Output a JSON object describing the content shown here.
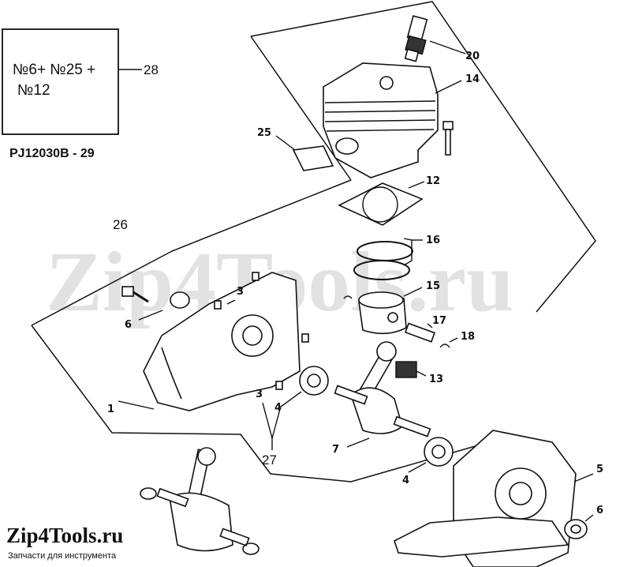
{
  "note": {
    "line1": "№6+ №25 +",
    "line2": "№12",
    "ref": "28"
  },
  "diagram_code": "PJ12030B - 29",
  "watermark": "Zip4Tools.ru",
  "logo": {
    "name": "Zip4Tools.ru",
    "tagline": "Запчасти для инструмента"
  },
  "callouts": [
    {
      "id": "20",
      "text": "20"
    },
    {
      "id": "14",
      "text": "14"
    },
    {
      "id": "25",
      "text": "25"
    },
    {
      "id": "12",
      "text": "12"
    },
    {
      "id": "26",
      "text": "26"
    },
    {
      "id": "16",
      "text": "16"
    },
    {
      "id": "15",
      "text": "15"
    },
    {
      "id": "3a",
      "text": "3"
    },
    {
      "id": "6a",
      "text": "6"
    },
    {
      "id": "17",
      "text": "17"
    },
    {
      "id": "18",
      "text": "18"
    },
    {
      "id": "13",
      "text": "13"
    },
    {
      "id": "1",
      "text": "1"
    },
    {
      "id": "3b",
      "text": "3"
    },
    {
      "id": "4a",
      "text": "4"
    },
    {
      "id": "7",
      "text": "7"
    },
    {
      "id": "27",
      "text": "27"
    },
    {
      "id": "4b",
      "text": "4"
    },
    {
      "id": "5",
      "text": "5"
    },
    {
      "id": "6b",
      "text": "6"
    }
  ]
}
